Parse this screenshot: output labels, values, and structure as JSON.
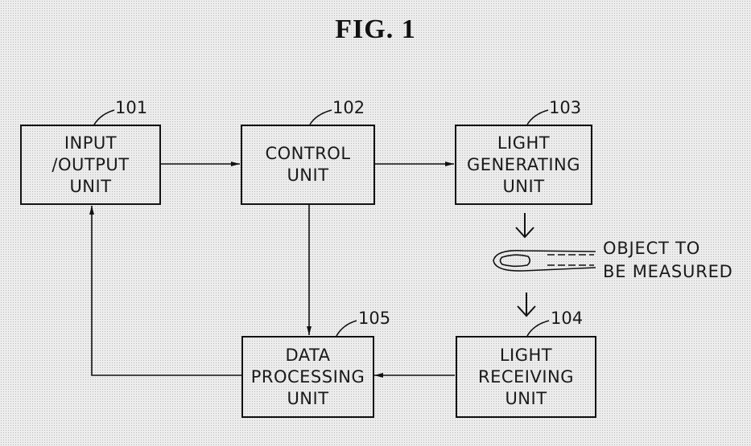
{
  "figure": {
    "title": "FIG.  1"
  },
  "blocks": [
    {
      "id": "io",
      "ref": "101",
      "label": "INPUT\n/OUTPUT\nUNIT"
    },
    {
      "id": "control",
      "ref": "102",
      "label": "CONTROL\nUNIT"
    },
    {
      "id": "light_gen",
      "ref": "103",
      "label": "LIGHT\nGENERATING\nUNIT"
    },
    {
      "id": "light_recv",
      "ref": "104",
      "label": "LIGHT\nRECEIVING\nUNIT"
    },
    {
      "id": "data_proc",
      "ref": "105",
      "label": "DATA\nPROCESSING\nUNIT"
    }
  ],
  "object": {
    "label": "OBJECT TO\nBE MEASURED",
    "icon": "finger-icon"
  },
  "connections": [
    {
      "from": "io",
      "to": "control"
    },
    {
      "from": "control",
      "to": "light_gen"
    },
    {
      "from": "light_gen",
      "to": "object"
    },
    {
      "from": "object",
      "to": "light_recv"
    },
    {
      "from": "light_recv",
      "to": "data_proc"
    },
    {
      "from": "control",
      "to": "data_proc"
    },
    {
      "from": "data_proc",
      "to": "io"
    }
  ]
}
